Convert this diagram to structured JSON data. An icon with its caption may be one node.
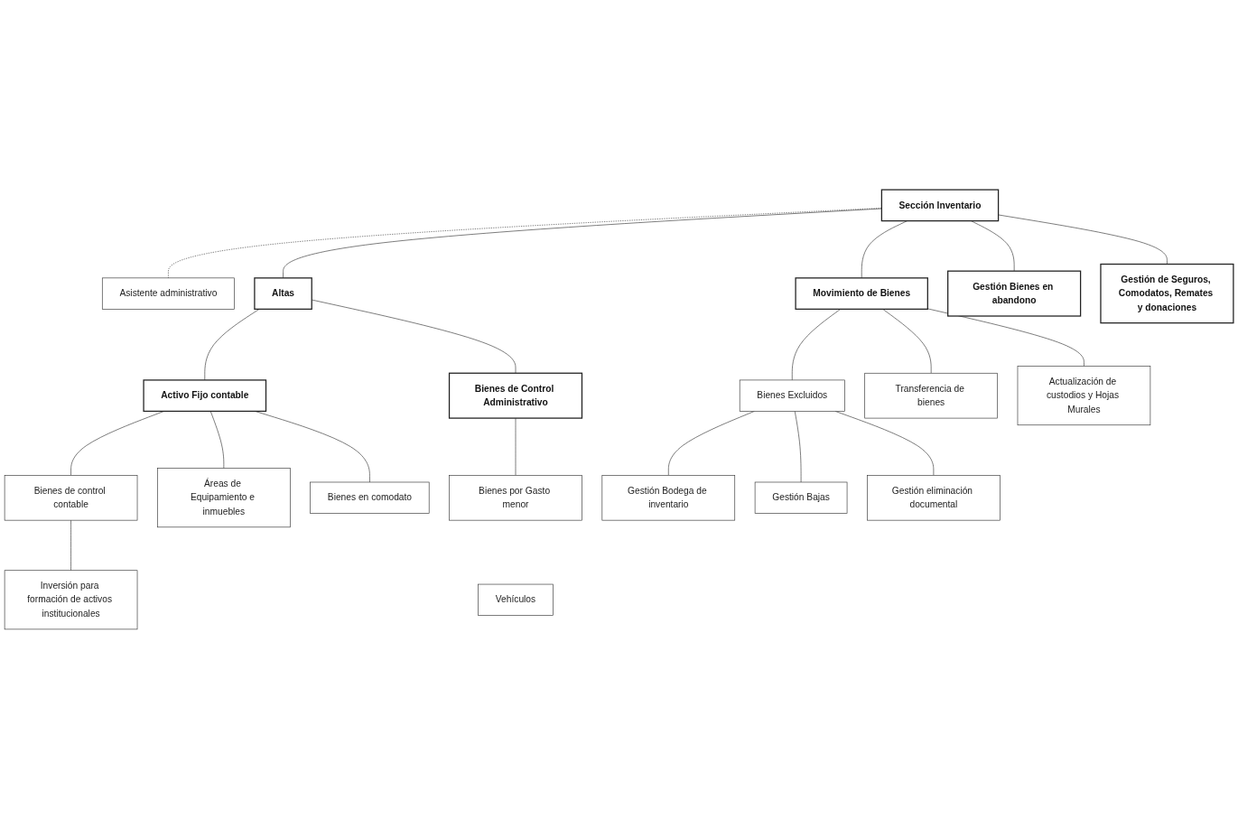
{
  "diagram": {
    "nodes": [
      {
        "text": [
          "Sección Inventario"
        ]
      },
      {
        "text": [
          "Asistente administrativo"
        ]
      },
      {
        "text": [
          "Altas"
        ]
      },
      {
        "text": [
          "Movimiento de Bienes"
        ]
      },
      {
        "text": [
          "Gestión Bienes en abandono"
        ]
      },
      {
        "text": [
          "Gestión de Seguros, Comodatos, Remates y donaciones"
        ]
      },
      {
        "text": [
          "Activo Fijo contable"
        ]
      },
      {
        "text": [
          "Bienes de Control Administrativo"
        ]
      },
      {
        "text": [
          "Bienes Excluidos"
        ]
      },
      {
        "text": [
          "Transferencia de bienes"
        ]
      },
      {
        "text": [
          "Actualización de custodios y Hojas Murales"
        ]
      },
      {
        "text": [
          "Bienes de control contable"
        ]
      },
      {
        "text": [
          "Gestión Bodega de inventario"
        ]
      },
      {
        "text": [
          "Gestión Bajas"
        ]
      },
      {
        "text": [
          "Áreas de Equipamiento e inmuebles"
        ]
      },
      {
        "text": [
          "Gestión eliminación documental"
        ]
      },
      {
        "text": [
          "Bienes por Gasto menor"
        ]
      },
      {
        "text": [
          "Vehículos"
        ]
      },
      {
        "text": [
          "Inversión para formación de activos institucionales"
        ]
      },
      {
        "text": [
          "Bienes en comodato"
        ]
      }
    ],
    "edges": [
      {
        "from": 0,
        "to": 1,
        "arrow": "none",
        "style": "dashed"
      },
      {
        "from": 0,
        "to": 2,
        "arrow": "none"
      },
      {
        "from": 0,
        "to": 3,
        "arrow": "none"
      },
      {
        "from": 0,
        "to": 4,
        "arrow": "none"
      },
      {
        "from": 0,
        "to": 5,
        "arrow": "none"
      },
      {
        "from": 2,
        "to": 6,
        "arrow": "none"
      },
      {
        "from": 2,
        "to": 7,
        "arrow": "none"
      },
      {
        "from": 3,
        "to": 8,
        "arrow": "none"
      },
      {
        "from": 3,
        "to": 9,
        "arrow": "none"
      },
      {
        "from": 3,
        "to": 10,
        "arrow": "none"
      },
      {
        "from": 6,
        "to": 11,
        "arrow": "none"
      },
      {
        "from": 6,
        "to": 14,
        "arrow": "none"
      },
      {
        "from": 6,
        "to": 19,
        "arrow": "none"
      },
      {
        "from": 8,
        "to": 12,
        "arrow": "none"
      },
      {
        "from": 8,
        "to": 13,
        "arrow": "none"
      },
      {
        "from": 8,
        "to": 15,
        "arrow": "none"
      },
      {
        "from": 7,
        "to": 16,
        "arrow": "none"
      },
      {
        "from": 11,
        "to": 18,
        "arrow": "none"
      }
    ]
  }
}
